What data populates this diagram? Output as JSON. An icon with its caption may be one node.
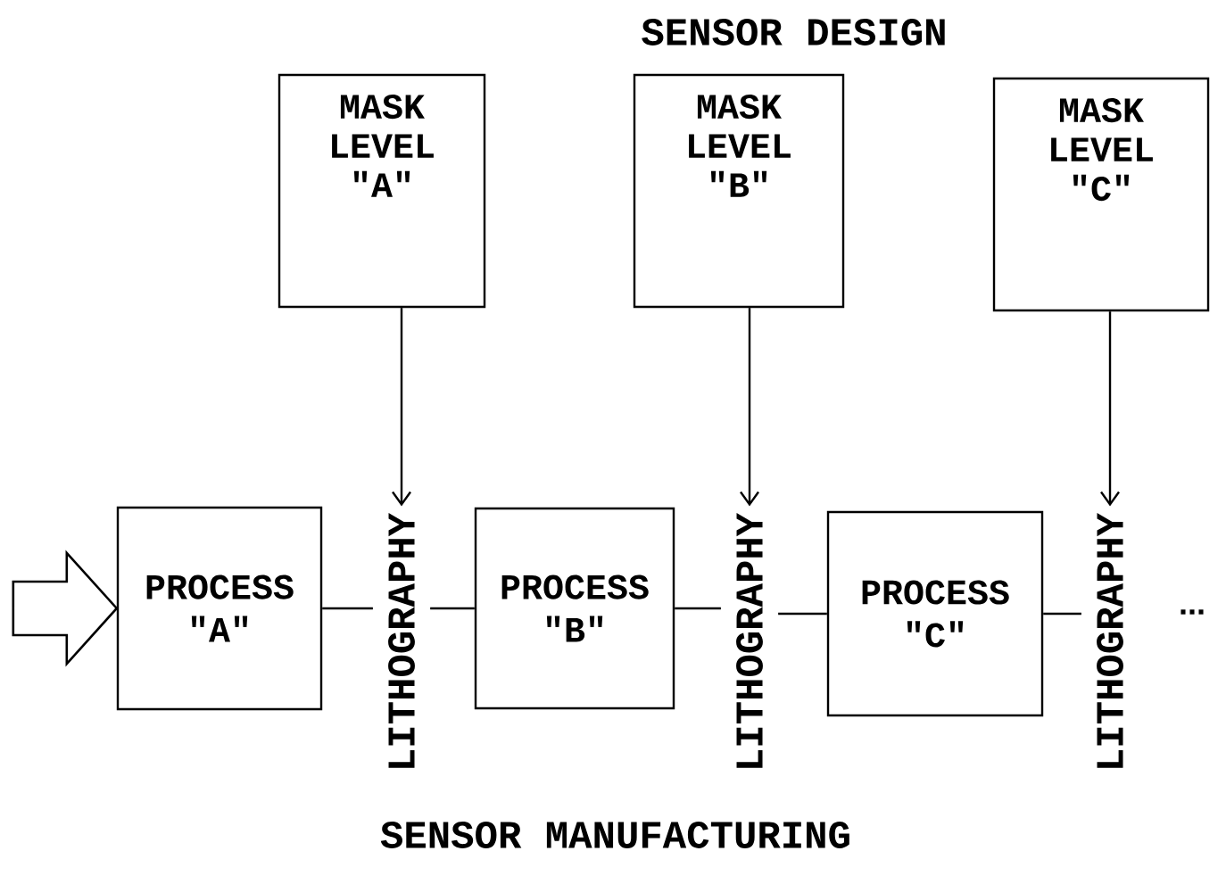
{
  "diagram": {
    "title": "SENSOR DESIGN",
    "caption": "SENSOR MANUFACTURING",
    "nodes": [
      {
        "text": [
          "MASK LEVEL \"A\""
        ]
      },
      {
        "text": [
          "MASK LEVEL \"B\""
        ]
      },
      {
        "text": [
          "MASK LEVEL \"C\""
        ]
      },
      {
        "text": [
          "PROCESS \"A\""
        ]
      },
      {
        "text": [
          "LITHOGRAPHY"
        ]
      },
      {
        "text": [
          "PROCESS \"B\""
        ]
      },
      {
        "text": [
          "LITHOGRAPHY"
        ]
      },
      {
        "text": [
          "PROCESS \"C\""
        ]
      },
      {
        "text": [
          "LITHOGRAPHY"
        ]
      }
    ],
    "edges": [
      {
        "from": 0,
        "to": 4,
        "arrow": "to"
      },
      {
        "from": 1,
        "to": 6,
        "arrow": "to"
      },
      {
        "from": 2,
        "to": 8,
        "arrow": "to"
      },
      {
        "from": null,
        "to": 3,
        "arrow": "to"
      },
      {
        "from": 3,
        "to": 4,
        "arrow": "none"
      },
      {
        "from": 4,
        "to": 5,
        "arrow": "none"
      },
      {
        "from": 5,
        "to": 6,
        "arrow": "none"
      },
      {
        "from": 6,
        "to": 7,
        "arrow": "none"
      },
      {
        "from": 7,
        "to": 8,
        "arrow": "none"
      }
    ],
    "labels": [
      "..."
    ]
  }
}
